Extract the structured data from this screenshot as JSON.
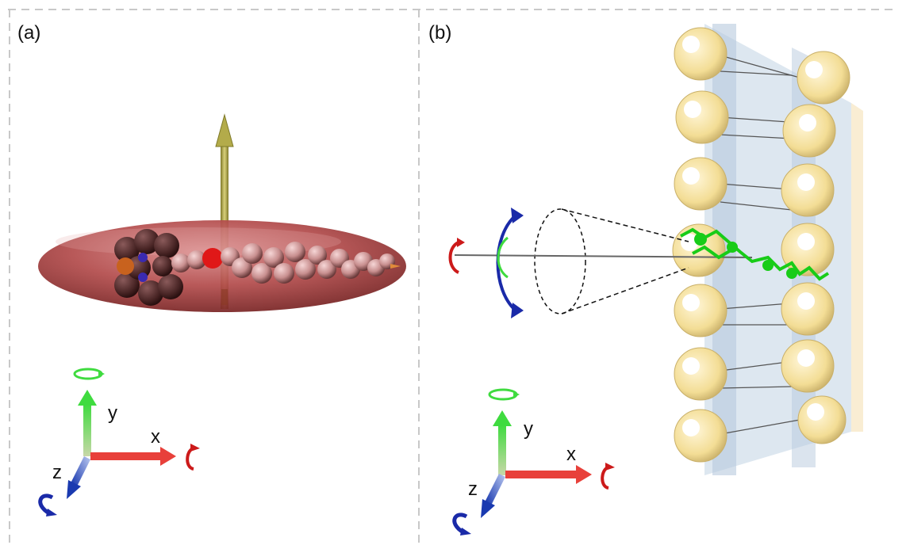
{
  "panels": [
    {
      "label": "(a)",
      "axes": {
        "x": "x",
        "y": "y",
        "z": "z"
      },
      "colors": {
        "ellipsoid": "#a63a3a",
        "arrow": "#a7a040"
      }
    },
    {
      "label": "(b)",
      "axes": {
        "x": "x",
        "y": "y",
        "z": "z"
      },
      "colors": {
        "lipid_head": "#f5e3a0",
        "membrane": "#c9d8e6",
        "molecule": "#22dd22"
      }
    }
  ],
  "axis_colors": {
    "x": "#e8403a",
    "y": "#3fdb3f",
    "z": "#2040c0"
  }
}
